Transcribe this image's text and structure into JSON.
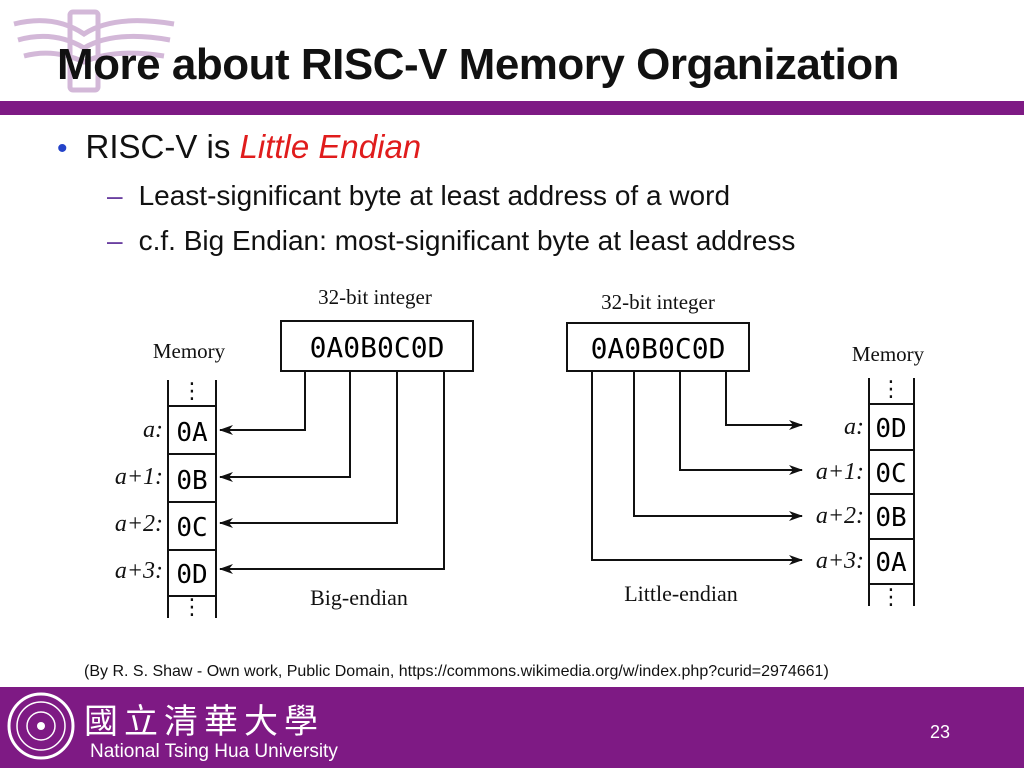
{
  "slide": {
    "title": "More about RISC-V Memory Organization",
    "bullet": {
      "prefix": "RISC-V is ",
      "emphasis": "Little Endian",
      "subs": [
        "Least-significant byte at least address of a word",
        "c.f. Big Endian: most-significant byte at least address"
      ]
    },
    "credit": "(By R. S. Shaw - Own work, Public Domain, https://commons.wikimedia.org/w/index.php?curid=2974661)"
  },
  "diagram": {
    "big_endian": {
      "integer_label": "32-bit integer",
      "integer_value": "0A0B0C0D",
      "memory_label": "Memory",
      "addresses": [
        "a:",
        "a+1:",
        "a+2:",
        "a+3:"
      ],
      "bytes": [
        "0A",
        "0B",
        "0C",
        "0D"
      ],
      "caption": "Big-endian"
    },
    "little_endian": {
      "integer_label": "32-bit integer",
      "integer_value": "0A0B0C0D",
      "memory_label": "Memory",
      "addresses": [
        "a:",
        "a+1:",
        "a+2:",
        "a+3:"
      ],
      "bytes": [
        "0D",
        "0C",
        "0B",
        "0A"
      ],
      "caption": "Little-endian"
    }
  },
  "footer": {
    "university_zh": "國立清華大學",
    "university_en": "National Tsing Hua University",
    "page_number": "23"
  },
  "colors": {
    "brand_purple": "#7e1a84",
    "bullet_blue": "#2443c9",
    "emphasis_red": "#e01c1c"
  }
}
